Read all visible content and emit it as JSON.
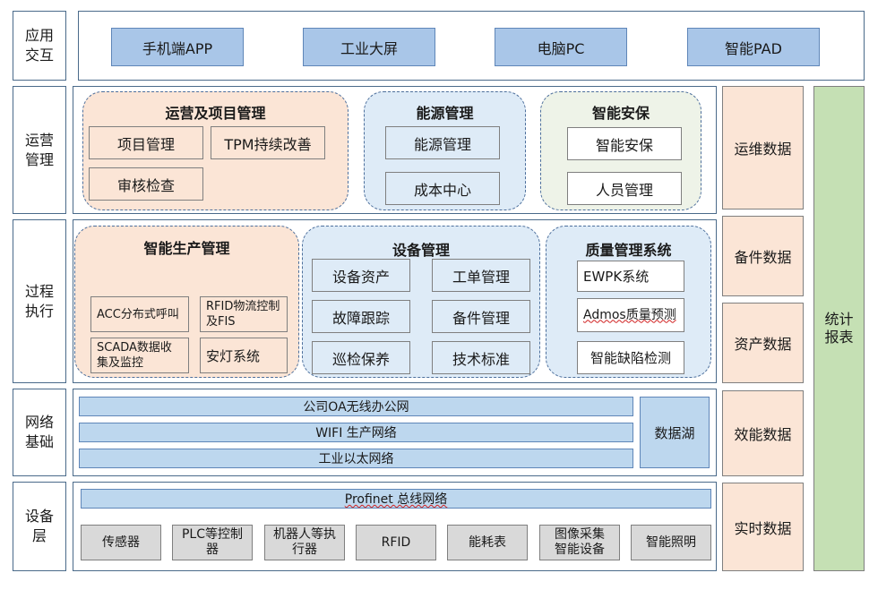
{
  "layers": {
    "interaction": "应用\n交互",
    "operations": "运营\n管理",
    "process": "过程\n执行",
    "network": "网络\n基础",
    "device": "设备\n层"
  },
  "interaction_items": [
    "手机端APP",
    "工业大屏",
    "电脑PC",
    "智能PAD"
  ],
  "operations": {
    "project": {
      "title": "运营及项目管理",
      "items": [
        "项目管理",
        "TPM持续改善",
        "审核检查"
      ]
    },
    "energy": {
      "title": "能源管理",
      "items": [
        "能源管理",
        "成本中心"
      ]
    },
    "security": {
      "title": "智能安保",
      "items": [
        "智能安保",
        "人员管理"
      ]
    }
  },
  "process": {
    "production": {
      "title": "智能生产管理",
      "items": [
        "ACC分布式呼叫",
        "RFID物流控制及FIS",
        "SCADA数据收集及监控",
        "安灯系统"
      ]
    },
    "equipment": {
      "title": "设备管理",
      "items": [
        "设备资产",
        "工单管理",
        "故障跟踪",
        "备件管理",
        "巡检保养",
        "技术标准"
      ]
    },
    "quality": {
      "title": "质量管理系统",
      "items": [
        "EWPK系统",
        "Admos质量预测",
        "智能缺陷检测"
      ]
    }
  },
  "network": {
    "nets": [
      "公司OA无线办公网",
      "WIFI 生产网络",
      "工业以太网络"
    ],
    "datalake": "数据湖"
  },
  "device": {
    "bus": "Profinet 总线网络",
    "items": [
      "传感器",
      "PLC等控制器",
      "机器人等执行器",
      "RFID",
      "能耗表",
      "图像采集智能设备",
      "智能照明"
    ]
  },
  "data_boxes": [
    "运维数据",
    "备件数据",
    "资产数据",
    "效能数据",
    "实时数据"
  ],
  "stats": "统计\n报表",
  "colors": {
    "accent_blue": "#a9c6e8",
    "peach": "#fbe5d6",
    "light_blue": "#deebf7",
    "green": "#c5e0b4",
    "gray": "#d9d9d9"
  }
}
